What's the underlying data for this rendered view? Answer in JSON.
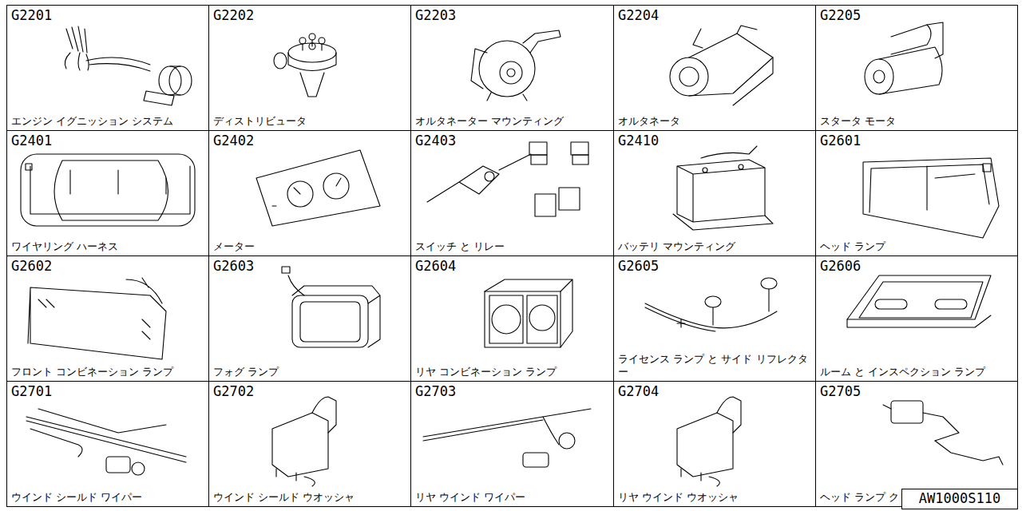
{
  "diagram": {
    "nodes": [
      {
        "text": [
          "G2201",
          "エンジン イグニッション システム"
        ]
      },
      {
        "text": [
          "G2202",
          "ディストリビュータ"
        ]
      },
      {
        "text": [
          "G2203",
          "オルタネーター マウンティング"
        ]
      },
      {
        "text": [
          "G2204",
          "オルタネータ"
        ]
      },
      {
        "text": [
          "G2205",
          "スタータ モータ"
        ]
      },
      {
        "text": [
          "G2401",
          "ワイヤリング ハーネス"
        ]
      },
      {
        "text": [
          "G2402",
          "メーター"
        ]
      },
      {
        "text": [
          "G2403",
          "スイッチ と リレー"
        ]
      },
      {
        "text": [
          "G2410",
          "バッテリ マウンティング"
        ]
      },
      {
        "text": [
          "G2601",
          "ヘッド ランプ"
        ]
      },
      {
        "text": [
          "G2602",
          "フロント コンビネーション ランプ"
        ]
      },
      {
        "text": [
          "G2603",
          "フォグ ランプ"
        ]
      },
      {
        "text": [
          "G2604",
          "リヤ コンビネーション ランプ"
        ]
      },
      {
        "text": [
          "G2605",
          "ライセンス ランプ と サイド リフレクター"
        ]
      },
      {
        "text": [
          "G2606",
          "ルーム と インスペクション ランプ"
        ]
      },
      {
        "text": [
          "G2701",
          "ウインド シールド ワイパー"
        ]
      },
      {
        "text": [
          "G2702",
          "ウインド シールド ウオッシャ"
        ]
      },
      {
        "text": [
          "G2703",
          "リヤ ウインド ワイパー"
        ]
      },
      {
        "text": [
          "G2704",
          "リヤ ウインド ウオッシャ"
        ]
      },
      {
        "text": [
          "G2705",
          "ヘッド ランプ クリーナ"
        ]
      }
    ],
    "labels": [
      "AW1000S110"
    ]
  }
}
